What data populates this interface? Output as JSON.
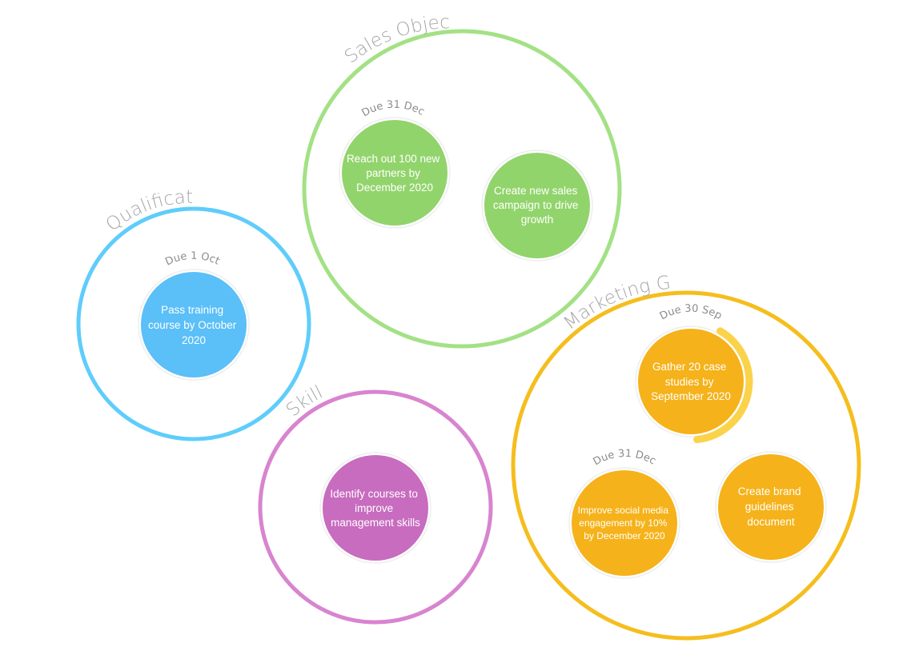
{
  "colors": {
    "sales": "#a3e185",
    "sales_fill": "#92d46c",
    "qualifications": "#5fcdfb",
    "qualifications_fill": "#5bbff8",
    "skills": "#d884cf",
    "skills_fill": "#c86cbf",
    "marketing": "#f5be1e",
    "marketing_fill": "#f5b21a",
    "progress_arc": "#fbd34a"
  },
  "groups": {
    "sales": {
      "label": "Sales Objectives",
      "goals": [
        {
          "due": "Due 31 Dec",
          "lines": [
            "Reach out 100 new",
            "partners by",
            "December 2020"
          ]
        },
        {
          "due": "",
          "lines": [
            "Create new sales",
            "campaign to drive",
            "growth"
          ]
        }
      ]
    },
    "qualifications": {
      "label": "Qualifications",
      "goals": [
        {
          "due": "Due 1 Oct",
          "lines": [
            "Pass training",
            "course by October",
            "2020"
          ]
        }
      ]
    },
    "skills": {
      "label": "Skills",
      "goals": [
        {
          "due": "",
          "lines": [
            "Identify courses to",
            "improve",
            "management skills"
          ]
        }
      ]
    },
    "marketing": {
      "label": "Marketing Goals",
      "goals": [
        {
          "due": "Due 30 Sep",
          "lines": [
            "Gather 20 case",
            "studies by",
            "September 2020"
          ],
          "progress": 0.4
        },
        {
          "due": "Due 31 Dec",
          "lines": [
            "Improve social media",
            "engagement by 10%",
            "by December 2020"
          ]
        },
        {
          "due": "",
          "lines": [
            "Create brand",
            "guidelines",
            "document"
          ]
        }
      ]
    }
  }
}
